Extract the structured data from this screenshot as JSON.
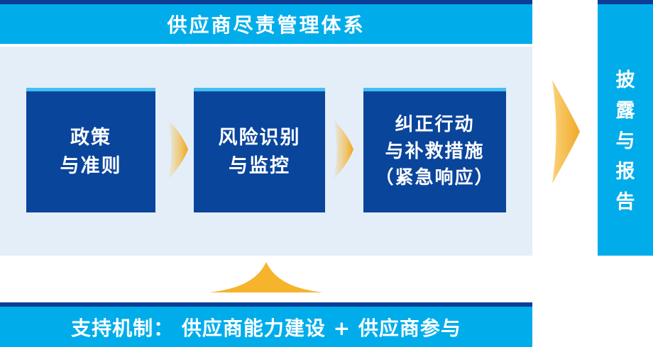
{
  "colors": {
    "navy": "#0B3D94",
    "cyan": "#00ADEA",
    "panel_blue": "#E4EEF9",
    "box_blue": "#0A459C",
    "box_accent": "#43BEF0",
    "gold": "#F5B42C",
    "text_white": "#FFFFFF"
  },
  "header": {
    "title": "供应商尽责管理体系"
  },
  "process": {
    "steps": [
      {
        "id": "policies",
        "lines": [
          "政策",
          "与准则"
        ]
      },
      {
        "id": "risk",
        "lines": [
          "风险识别",
          "与监控"
        ]
      },
      {
        "id": "corrective",
        "lines": [
          "纠正行动",
          "与补救措施",
          "（紧急响应）"
        ]
      }
    ]
  },
  "output_bar": {
    "label": "披露与报告",
    "chars": [
      "披",
      "露",
      "与",
      "报",
      "告"
    ]
  },
  "support_bar": {
    "label": "支持机制： 供应商能力建设 + 供应商参与"
  },
  "icons": {
    "flow_arrow": "gold-right-chevron-arrow",
    "output_arrow": "gold-right-arrow",
    "support_arrow": "gold-up-triangle-arrow"
  }
}
